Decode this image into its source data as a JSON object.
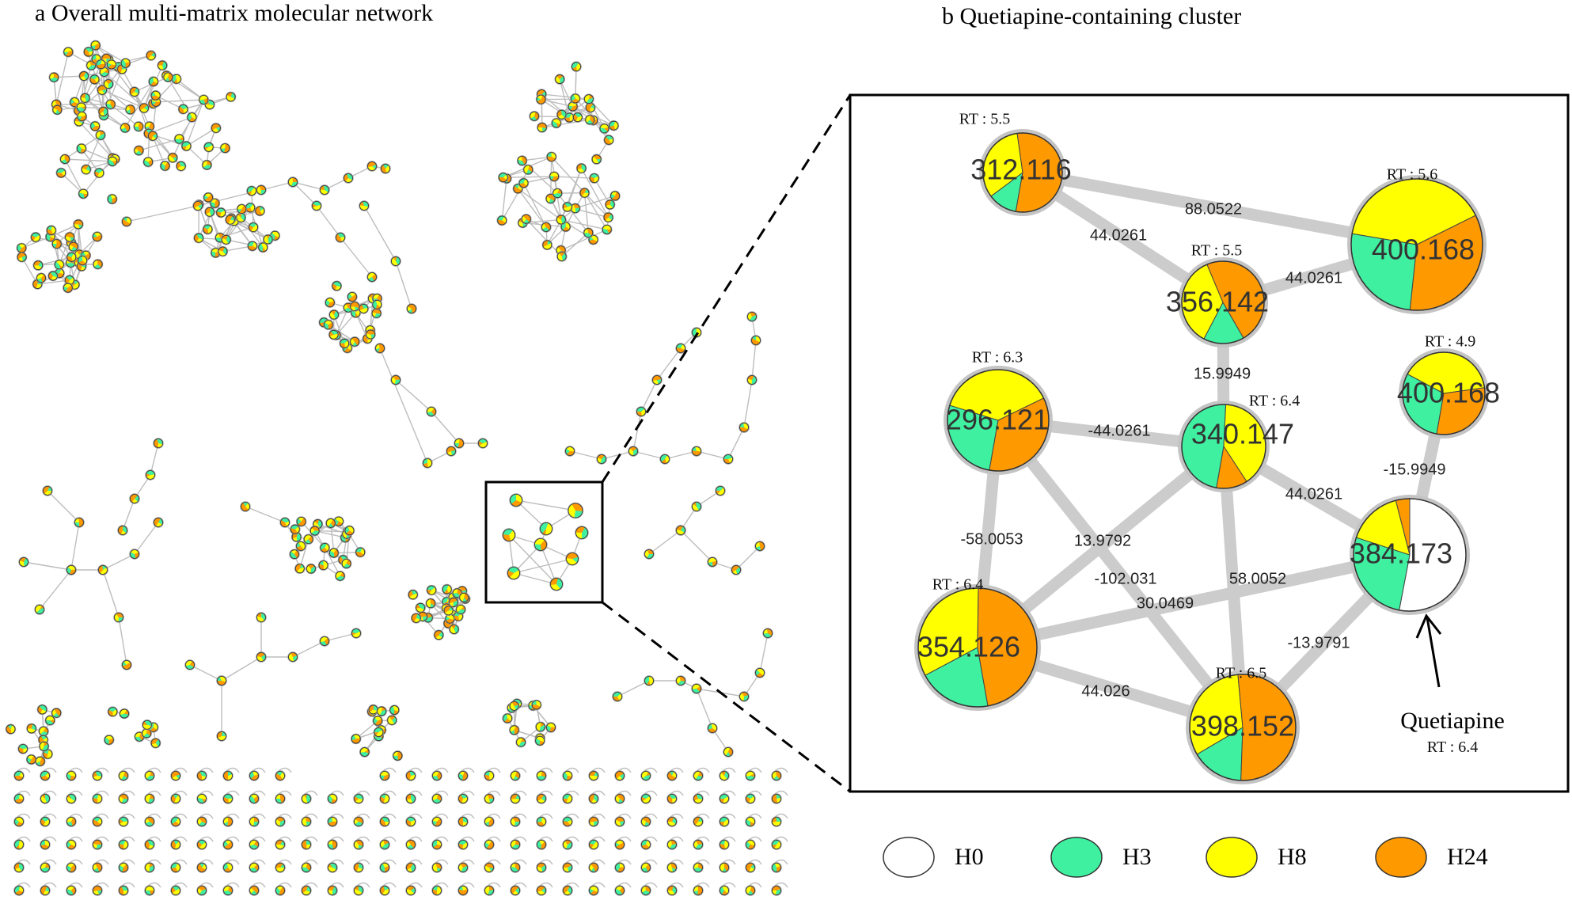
{
  "panels": {
    "a": {
      "title": "a  Overall multi-matrix molecular network"
    },
    "b": {
      "title": "b  Quetiapine-containing cluster"
    }
  },
  "colors": {
    "H0": "#ffffff",
    "H3": "#3ef0a0",
    "H8": "#ffff00",
    "H24": "#ff9900",
    "edge": "#cccccc",
    "node_ring": "#c4c4c4",
    "overview_edge": "#bdbdbd"
  },
  "legend": [
    {
      "key": "H0",
      "label": "H0",
      "color": "#ffffff"
    },
    {
      "key": "H3",
      "label": "H3",
      "color": "#3ef0a0"
    },
    {
      "key": "H8",
      "label": "H8",
      "color": "#ffff00"
    },
    {
      "key": "H24",
      "label": "H24",
      "color": "#ff9900"
    }
  ],
  "cluster": {
    "nodes": [
      {
        "id": "n312",
        "label": "312.116",
        "rt": "RT : 5.5",
        "shares": {
          "H0": 0,
          "H3": 0.12,
          "H8": 0.33,
          "H24": 0.55
        }
      },
      {
        "id": "n400a",
        "label": "400.168",
        "rt": "RT : 5.6",
        "shares": {
          "H0": 0,
          "H3": 0.26,
          "H8": 0.4,
          "H24": 0.34
        }
      },
      {
        "id": "n356",
        "label": "356.142",
        "rt": "RT : 5.5",
        "shares": {
          "H0": 0,
          "H3": 0.16,
          "H8": 0.36,
          "H24": 0.48
        }
      },
      {
        "id": "n296",
        "label": "296.121",
        "rt": "RT : 6.3",
        "shares": {
          "H0": 0,
          "H3": 0.27,
          "H8": 0.38,
          "H24": 0.35
        }
      },
      {
        "id": "n340",
        "label": "340.147",
        "rt": "RT : 6.4",
        "shares": {
          "H0": 0,
          "H3": 0.48,
          "H8": 0.4,
          "H24": 0.12
        }
      },
      {
        "id": "n400b",
        "label": "400.168",
        "rt": "RT : 4.9",
        "shares": {
          "H0": 0,
          "H3": 0.3,
          "H8": 0.4,
          "H24": 0.3
        }
      },
      {
        "id": "n384",
        "label": "384.173",
        "rt": "",
        "shares": {
          "H0": 0.53,
          "H3": 0.27,
          "H8": 0.16,
          "H24": 0.04
        }
      },
      {
        "id": "n354",
        "label": "354.126",
        "rt": "RT : 6.4",
        "shares": {
          "H0": 0,
          "H3": 0.2,
          "H8": 0.33,
          "H24": 0.47
        }
      },
      {
        "id": "n398",
        "label": "398.152",
        "rt": "RT : 6.5",
        "shares": {
          "H0": 0,
          "H3": 0.16,
          "H8": 0.32,
          "H24": 0.52
        }
      }
    ],
    "edges": [
      {
        "from": "n312",
        "to": "n400a",
        "label": "88.0522"
      },
      {
        "from": "n312",
        "to": "n356",
        "label": "44.0261"
      },
      {
        "from": "n356",
        "to": "n400a",
        "label": "44.0261"
      },
      {
        "from": "n356",
        "to": "n340",
        "label": "15.9949"
      },
      {
        "from": "n296",
        "to": "n340",
        "label": "-44.0261"
      },
      {
        "from": "n340",
        "to": "n384",
        "label": "44.0261"
      },
      {
        "from": "n400b",
        "to": "n384",
        "label": "-15.9949"
      },
      {
        "from": "n296",
        "to": "n354",
        "label": "-58.0053"
      },
      {
        "from": "n340",
        "to": "n354",
        "label": "13.9792"
      },
      {
        "from": "n296",
        "to": "n398",
        "label": "-102.031"
      },
      {
        "from": "n340",
        "to": "n398",
        "label": "58.0052"
      },
      {
        "from": "n354",
        "to": "n384",
        "label": "30.0469"
      },
      {
        "from": "n384",
        "to": "n398",
        "label": "-13.9791"
      },
      {
        "from": "n354",
        "to": "n398",
        "label": "44.026"
      }
    ],
    "annotation": {
      "name": "Quetiapine",
      "rt": "RT : 6.4",
      "target": "n384"
    }
  }
}
